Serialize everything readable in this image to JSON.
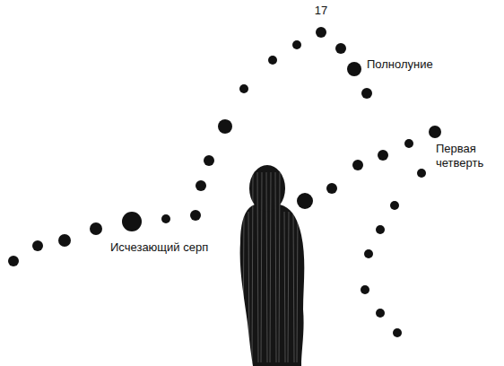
{
  "diagram": {
    "labels": [
      "17",
      "Полнолуние",
      "Первая четверть",
      "Исчезающий серп"
    ]
  }
}
